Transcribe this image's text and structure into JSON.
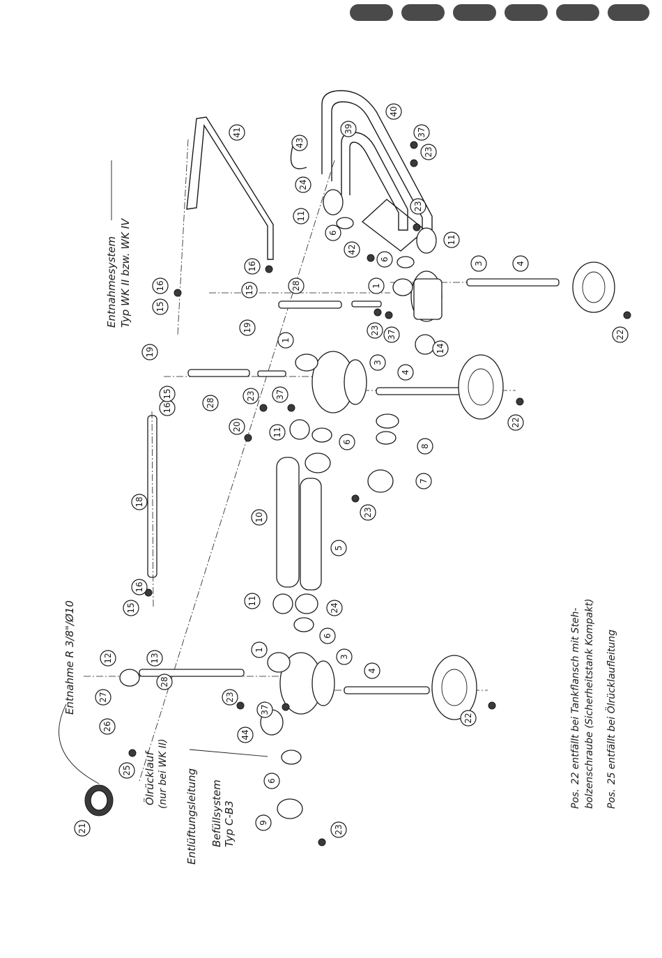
{
  "header": {
    "tabs": [
      "",
      "",
      "",
      "",
      "",
      ""
    ]
  },
  "labels": {
    "entnahmesystem": "Entnahmesystem",
    "typ_wk": "Typ WK II  bzw. WK IV",
    "entnahme_r": "Entnahme R 3/8\"/Ø10",
    "oelruecklauf": "Ölrücklauf",
    "nur_bei": "(nur bei WK II)",
    "entlueftung": "Entlüftungsleitung",
    "befuellsystem": "Befüllsystem",
    "typ_cb3": "Typ  C-B3"
  },
  "notes": {
    "line1_pre": "Pos.",
    "line1_num": "22",
    "line1_post": "entfällt  bei Tankflansch mit Steh-",
    "line2": "bolzenschraube (Sicherheitstank Kompakt)",
    "line3_pre": "Pos.",
    "line3_num": "25",
    "line3_post": "entfällt  bei Ölrücklaufleitung"
  },
  "callouts": [
    "41",
    "43",
    "39",
    "40",
    "37",
    "23",
    "24",
    "11",
    "6",
    "42",
    "23",
    "11",
    "3",
    "4",
    "16",
    "15",
    "28",
    "1",
    "6",
    "23",
    "37",
    "14",
    "22",
    "16",
    "15",
    "19",
    "1",
    "3",
    "4",
    "19",
    "28",
    "23",
    "37",
    "16",
    "15",
    "20",
    "11",
    "6",
    "8",
    "22",
    "7",
    "23",
    "18",
    "10",
    "5",
    "16",
    "15",
    "11",
    "24",
    "6",
    "12",
    "13",
    "27",
    "28",
    "1",
    "3",
    "4",
    "26",
    "23",
    "37",
    "44",
    "6",
    "25",
    "21",
    "9",
    "23",
    "22"
  ]
}
